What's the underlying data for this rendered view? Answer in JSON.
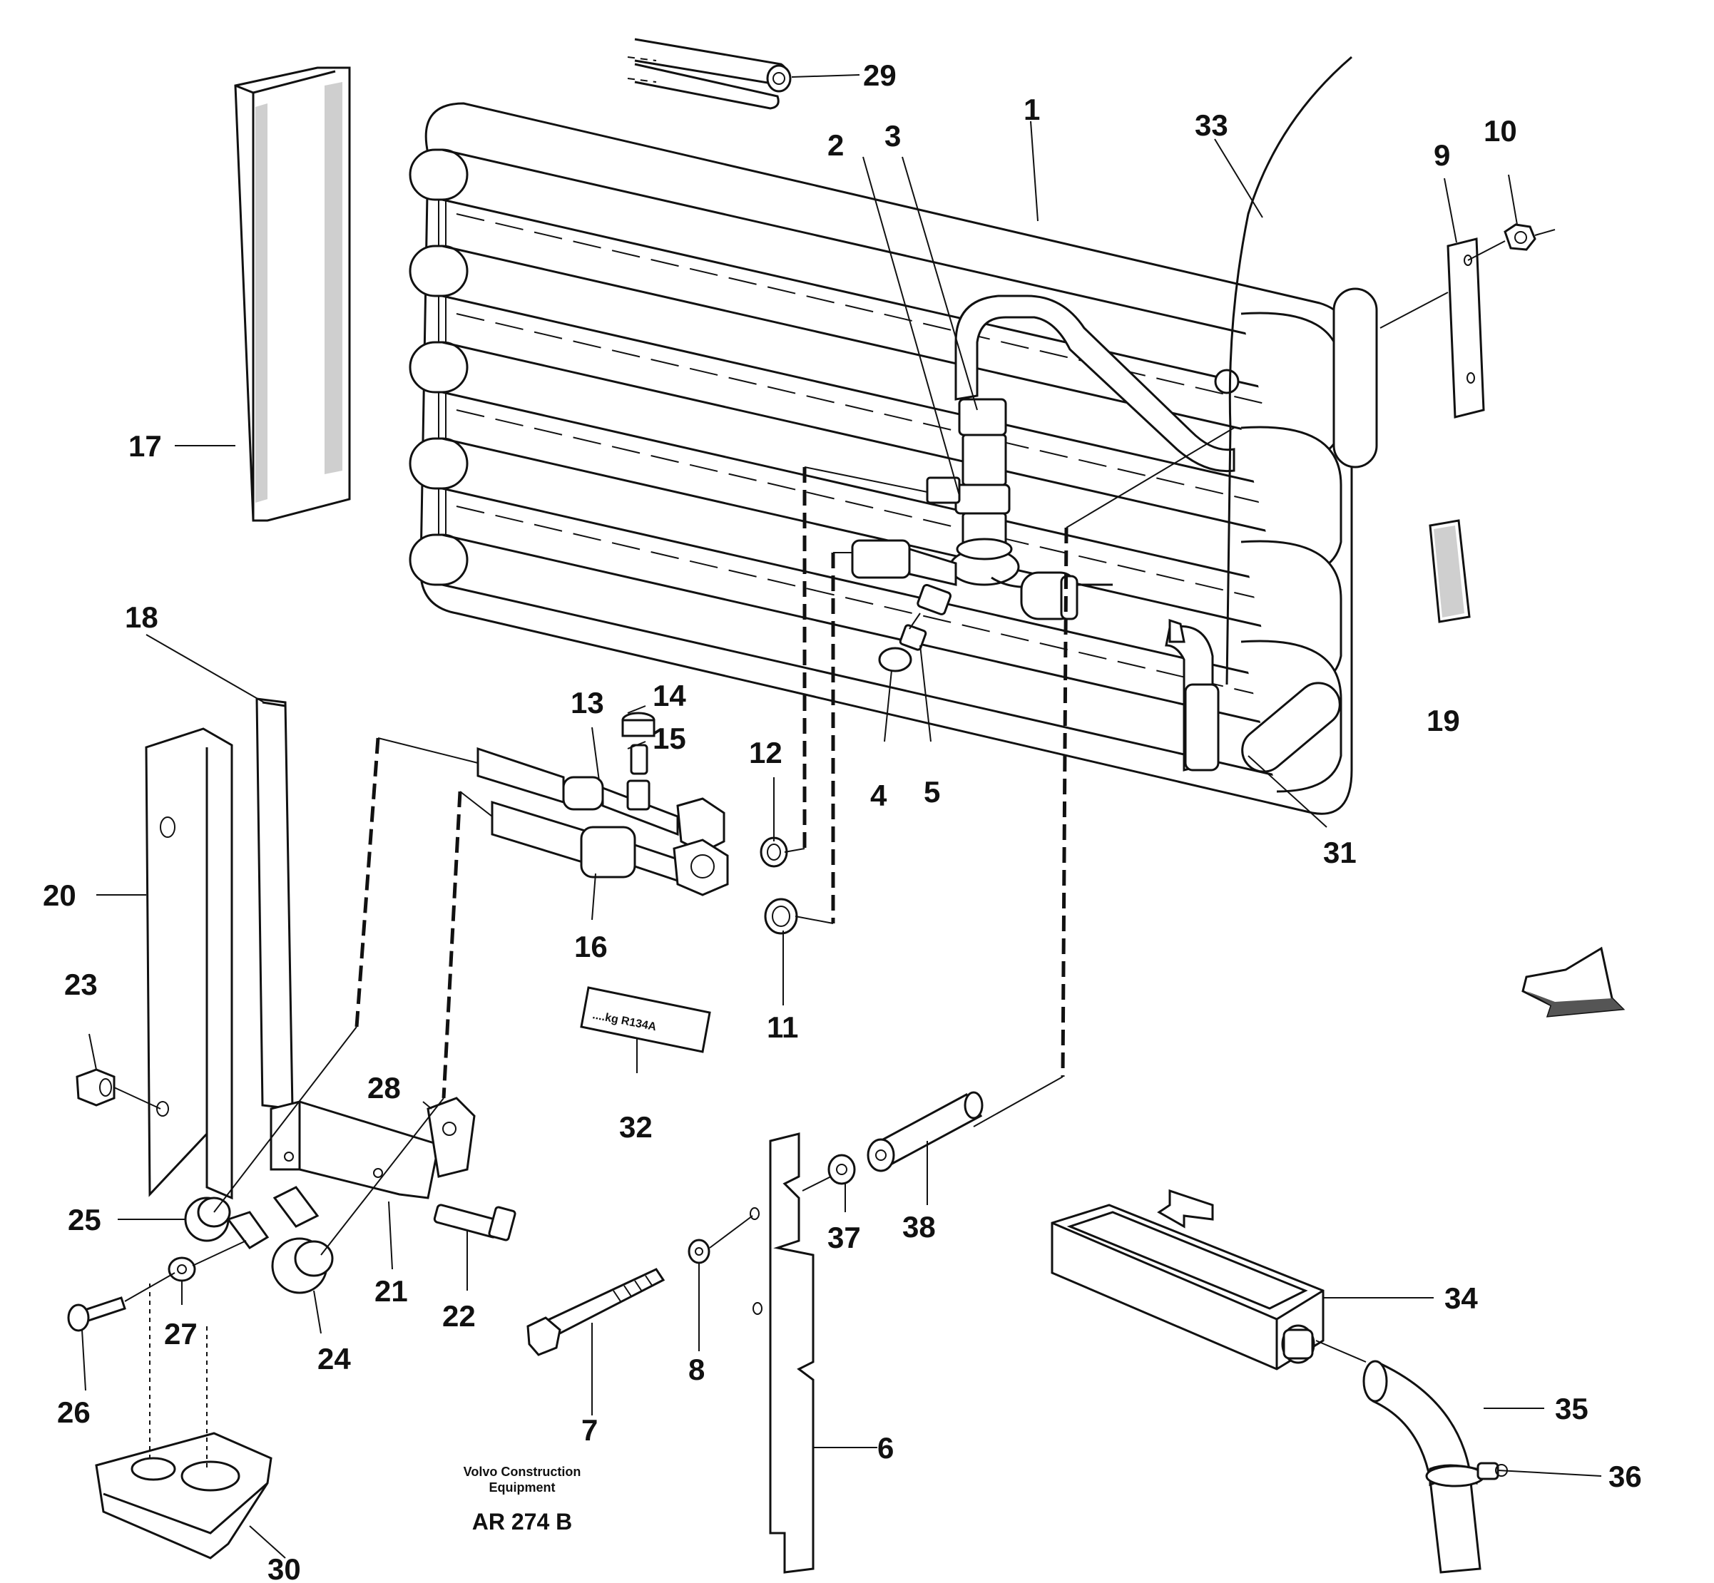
{
  "callouts": [
    "1",
    "2",
    "3",
    "4",
    "5",
    "6",
    "7",
    "8",
    "9",
    "10",
    "11",
    "12",
    "13",
    "14",
    "15",
    "16",
    "17",
    "18",
    "19",
    "20",
    "21",
    "22",
    "23",
    "24",
    "25",
    "26",
    "27",
    "28",
    "29",
    "30",
    "31",
    "32",
    "33",
    "34",
    "35",
    "36",
    "37",
    "38"
  ],
  "label_tag_text": "....kg R134A",
  "credit": {
    "line1": "Volvo Construction",
    "line2": "Equipment",
    "drawing_id": "AR 274 B"
  }
}
